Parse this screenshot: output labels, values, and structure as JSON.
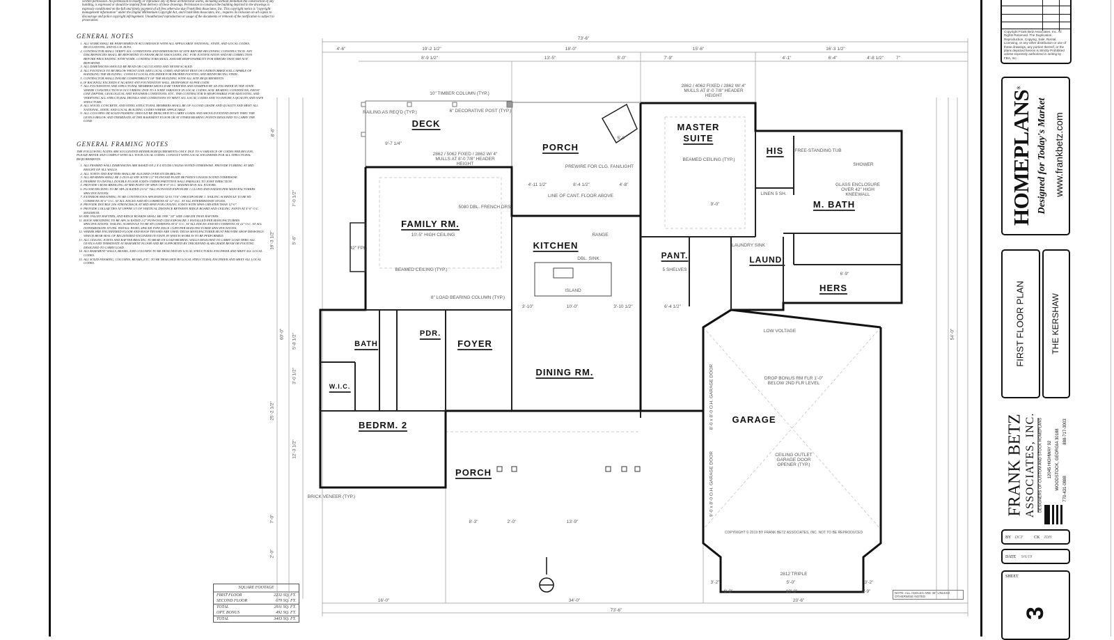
{
  "copyright_notice": "written permission. No permission to modify or reproduce any of these architectural works, including without limitation the construction of any building, is expressed or should be implied from delivery of these drawings. Permission to construct the building depicted in the drawings is expressly conditioned on the full and timely payment of all fees otherwise due Frank Betz Associates, Inc. This copyright notice is \"copyright management information\" under the Digital Millennium Copyright Act, and Frank Betz Associates, Inc., requires its inclusion on all copies to discourage and police copyright infringement. Unauthorized reproduction or usage of the documents or removal of the notification is subject to prosecution.",
  "general_notes": {
    "title": "GENERAL NOTES",
    "items": [
      "All work shall be performed in accordance with all applicable national, state, and local codes, regulations, and H.U.D. M.P.S.",
      "Contractor shall verify all conditions and dimensions at site before beginning construction. Any discrepancies shall be reported to Frank Betz Associates, Inc. for justification and/or correction before proceeding with work. Contractors shall assume responsibility for errors that are not reported.",
      "All dimensions should be read or calculated and never scaled.",
      "All footings to be below frost line (see local code) and must rest on undisturbed soil capable of handling the building. Consult local engineer for proper footing and reinforcing steel.",
      "Contractor shall insure compatibility of the building with all site requirements.",
      "If backfill exceeds 4' against any foundation wall, reinforce as per code.",
      "All foundation and structural members should be verified and stamped by an engineer in the state where construction is occurring due to a wide variance in local codes, soil bearing conditions, frost line depths, geological and weather conditions, etc. The contractor is responsible for adjusting and verifying all structural details and conditions to meet all local codes and to insure a quality and safe structure.",
      "All wood, concrete, and steel structural members shall be of a good grade and quality and meet all national, state, and local building codes where applicable.",
      "All columns or solid framing should be designed to carry loads and should extend down thru the levels below and terminate at the basement floor or at other bearing points designed to carry the load."
    ]
  },
  "framing_notes": {
    "title": "GENERAL FRAMING NOTES",
    "intro": "The following notes are suggested minimum requirements only. Due to a variance of codes per region, please refer and comply with all your local codes. Consult with local engineers for all structural requirements.",
    "items": [
      "All framed wall dimensions are based on 2 x 4 studs unless noted otherwise. Provide furring at mid height of all walls.",
      "All joists and rafters shall be aligned over studs below.",
      "All headers shall be 2-2x10 #2 SYP. with 1/2\" plywood plate between unless noted otherwise.",
      "Framer to install double floor joists under partition wall parallel to joist direction.",
      "Provide cross bridging at mid point of span or 8'-0\" O.C. maximum in all floors.",
      "Floor decking to be APA 24 rated 23/32\" T&G plywood exposure 1 glued and nailed per manufacturers specifications.",
      "Exterior sheathing to be continuous APA rated 32/16 7/16\" OSB exposure 1. Nailing schedule to be 8d commons at 6\" O.C. at all edges and 8d commons at 12\" O.C. at all intermediate studs.",
      "Provide double 2x6 strongback at mid span for ceiling joists with span greater than 12'-0\".",
      "Provide collar ties at upper 1/3 of vertical distance between ridge board and ceiling joists at 4'-0\" O.C. maximum.",
      "Hip, valley rafters, and ridge boards shall be one \"2x\" size larger than rafters.",
      "Roof sheathing to be APA 16 rated 1/2\" plywood CDX exposure 1 installed per manufacturers specifications. Nailing schedule to be 8d commons at 6\" O.C. at all edges and 8d commons at 12\" O.C. at all intermediate studs. Install panel spacer type edge clips per manufacturer specifications.",
      "Where pre engineered floor and roof trusses are used, truss manufacturer must provide shop drawings which bear seal of registered engineer in state in which work is to be performed.",
      "All ceiling joists and rafter bracing to bear on load bearing walls designed to carry load thru all levels and terminate at basement floor and be supported by thickened slab grade beam or footing designed to carry load.",
      "All basement walls, beams, and columns to be designed by local structural engineer and meet all local codes.",
      "All solid framing, columns, beams, etc. to be designed by local structural engineer and meet all local codes."
    ]
  },
  "rooms": {
    "deck": "DECK",
    "porch_rear": "PORCH",
    "master_suite_1": "MASTER",
    "master_suite_2": "SUITE",
    "his": "HIS",
    "m_bath": "M. BATH",
    "family_rm": "FAMILY RM.",
    "kitchen": "KITCHEN",
    "pant": "PANT.",
    "laund": "LAUND.",
    "hers": "HERS",
    "bath": "BATH",
    "pdr": "PDR.",
    "foyer": "FOYER",
    "dining_rm": "DINING RM.",
    "wic": "W.I.C.",
    "bedrm_2": "BEDRM. 2",
    "porch_front": "PORCH",
    "garage": "GARAGE"
  },
  "annotations": {
    "family_ceiling": "10'-5\" HIGH CEILING",
    "beamed_ceiling": "BEAMED CEILING (TYP.)",
    "timber_column": "10\" TIMBER COLUMN (TYP.)",
    "decorative_post": "6\" DECORATIVE POST (TYP.)",
    "railing": "RAILING AS REQ'D (TYP.)",
    "deck_window": "2862 / 5062 FIXED / 2862 W/ 4\" MULLS AT 8'-0 7/8\" HEADER HEIGHT",
    "master_window": "2862 / 4062 FIXED / 2862 W/ 4\" MULLS AT 8'-0 7/8\" HEADER HEIGHT",
    "line_cant": "LINE OF CANT. FLOOR ABOVE",
    "french_drs": "5080 DBL. FRENCH DRS.",
    "prewire": "PREWIRE FOR CLG. FAN/LIGHT",
    "island": "ISLAND",
    "range": "RANGE",
    "dbl_sink": "DBL. SINK",
    "load_column": "8\" LOAD BEARING COLUMN (TYP.)",
    "fpl": "42\" FPL.",
    "tub": "FREE-STANDING TUB",
    "shower": "SHOWER",
    "glass_enclosure": "GLASS ENCLOSURE OVER 42\" HIGH KNEEWALL",
    "linen": "LINEN 5 SH.",
    "laundry_sink": "LAUNDRY SINK",
    "shelves": "5 SHELVES",
    "garage_drop": "DROP BONUS RM FLR 1'-0\" BELOW 2ND FLR LEVEL",
    "garage_outlet": "CEILING OUTLET GARAGE DOOR OPENER (TYP.)",
    "garage_door_1": "8'-0 x 8'-0 O.H. GARAGE DOOR",
    "garage_door_2": "9'-0 x 8'-0 O.H. GARAGE DOOR",
    "low_voltage": "LOW VOLTAGE",
    "brick_veneer": "BRICK VENEER (TYP.)",
    "bay_window": "2812 TRIPLE",
    "plan_copyright": "COPYRIGHT © 2019 BY FRANK BETZ ASSOCIATES, INC. NOT TO BE REPRODUCED",
    "angle_note": "NOTE: ALL ANGLES ARE 45° UNLESS OTHERWISE NOTED"
  },
  "dimensions": {
    "top_overall": "73'-6\"",
    "top_row1": [
      "4'-6\"",
      "19'-2 1/2\"",
      "18'-0\"",
      "15'-6\"",
      "16'-3 1/2\""
    ],
    "top_row2": [
      "8'-9 1/2\"",
      "13'-5\"",
      "5'-0\"",
      "7'-9\"",
      "4'-1\"",
      "6'-4\"",
      "4'-8 1/2\"",
      "7\""
    ],
    "bottom_row": [
      "16'-0\"",
      "34'-0\"",
      "23'-6\""
    ],
    "bottom_overall": "73'-6\"",
    "garage_bottom": [
      "6'-9\"",
      "10'-0\"",
      "6'-9\""
    ],
    "garage_bottom2": [
      "3'-2\"",
      "5'-0\"",
      "3'-2\""
    ],
    "left_overall": "60'-0\"",
    "right_overall": "54'-0\"",
    "left_side": [
      "8'-6\"",
      "7'-0 1/2\"",
      "5'-6\"",
      "19'-3 1/2\"",
      "5'-8 1/2\"",
      "3'-0 1/2\"",
      "25'-2 1/2\"",
      "12'-3 1/2\"",
      "7'-0\"",
      "2'-0\""
    ],
    "interior": [
      "9'-7 1/4\"",
      "4'-11 1/2\"",
      "8'-4 1/2\"",
      "4'-8\"",
      "10'-0\"",
      "3'-10\"",
      "3'-10 1/2\"",
      "6'-4 1/2\"",
      "8'-3\"",
      "2'-0\"",
      "13'-9\"",
      "5'-0\"",
      "9'-0\"",
      "6'-9\""
    ]
  },
  "square_footage": {
    "title": "SQUARE FOOTAGE",
    "rows": [
      {
        "label": "FIRST FLOOR",
        "value": "2232 SQ. FT."
      },
      {
        "label": "SECOND FLOOR",
        "value": "679 SQ. FT."
      },
      {
        "label": "TOTAL",
        "value": "2911 SQ. FT."
      },
      {
        "label": "OPT. BONUS",
        "value": "492 SQ. FT."
      },
      {
        "label": "TOTAL",
        "value": "3403 SQ. FT."
      }
    ]
  },
  "title_block": {
    "copyright": "Copyright Frank Betz Associates, Inc. All Rights Reserved. The Duplication, Reproduction, Copying, Sale, Rental, Licensing, or any other distribution or use of these drawings, any portion thereof, or the plans depicted hereon is Strictly Prohibited unless expressly authorized in writing by FBA, Inc.",
    "brand": "HOMEPLANS",
    "tagline": "Designed for Today's Market",
    "registered": "®",
    "website": "www.frankbetz.com",
    "sheet_title": "FIRST FLOOR PLAN",
    "plan_name": "THE KERSHAW",
    "company_line1": "FRANK BETZ",
    "company_line2": "ASSOCIATES, INC.",
    "company_sub": "DESIGNERS OF CUSTOM AND STOCK HOMEPLANS",
    "address1": "12045 HIGHWAY 92",
    "address2": "WOODSTOCK, GEORGIA 30188",
    "phone1": "770-431-0888",
    "phone2": "888-717-3003",
    "by_label": "BY",
    "by_value": "DCF",
    "ck_label": "CK",
    "ck_value": "JDH",
    "date_label": "DATE",
    "date_value": "9/6/19",
    "sheet_label": "SHEET",
    "sheet_number": "3"
  }
}
